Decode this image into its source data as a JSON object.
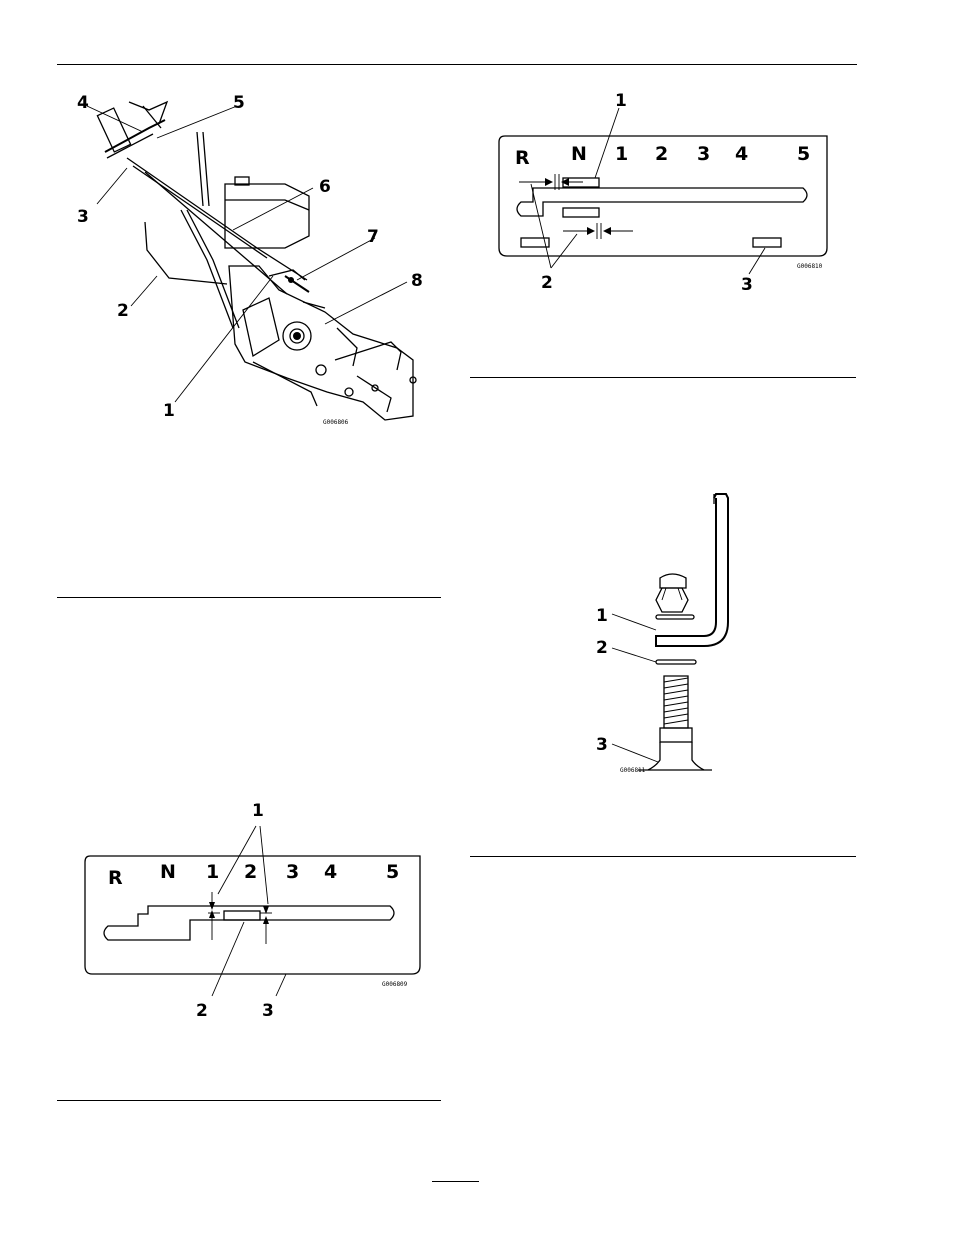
{
  "figures": {
    "fig1": {
      "callouts": [
        "4",
        "5",
        "3",
        "6",
        "7",
        "2",
        "8",
        "1"
      ],
      "code": "G006806"
    },
    "fig2": {
      "gears": [
        "R",
        "N",
        "1",
        "2",
        "3",
        "4",
        "5"
      ],
      "callouts": [
        "1",
        "2",
        "3"
      ],
      "code": "G006809"
    },
    "fig3": {
      "gears": [
        "R",
        "N",
        "1",
        "2",
        "3",
        "4",
        "5"
      ],
      "callouts": [
        "1",
        "2",
        "3"
      ],
      "code": "G006810"
    },
    "fig4": {
      "callouts": [
        "1",
        "2",
        "3"
      ],
      "code": "G006811"
    }
  }
}
